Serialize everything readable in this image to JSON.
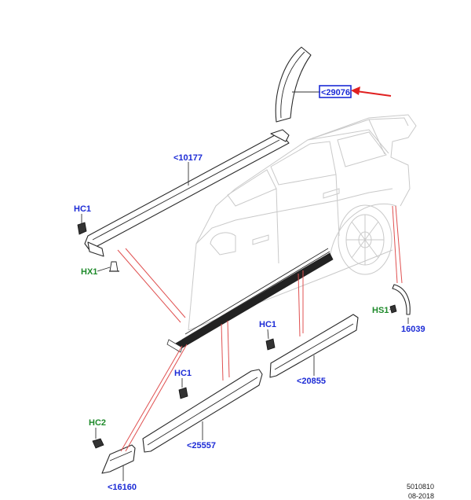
{
  "colors": {
    "part_label": "#1c2bd6",
    "fastener_label": "#1e8a2a",
    "highlight_box": "#1c2bd6",
    "pointer_arrow": "#e02020",
    "reference_lines": "#e05050"
  },
  "callouts": {
    "c29076": "<29076",
    "c10177": "<10177",
    "c16039": "16039",
    "c20855": "<20855",
    "c25557": "<25557",
    "c16160": "<16160"
  },
  "fasteners": {
    "hc1_a": "HC1",
    "hx1": "HX1",
    "hs1": "HS1",
    "hc1_b": "HC1",
    "hc1_c": "HC1",
    "hc2": "HC2"
  },
  "footer": {
    "diagram_number": "5010810",
    "date": "08-2018"
  }
}
